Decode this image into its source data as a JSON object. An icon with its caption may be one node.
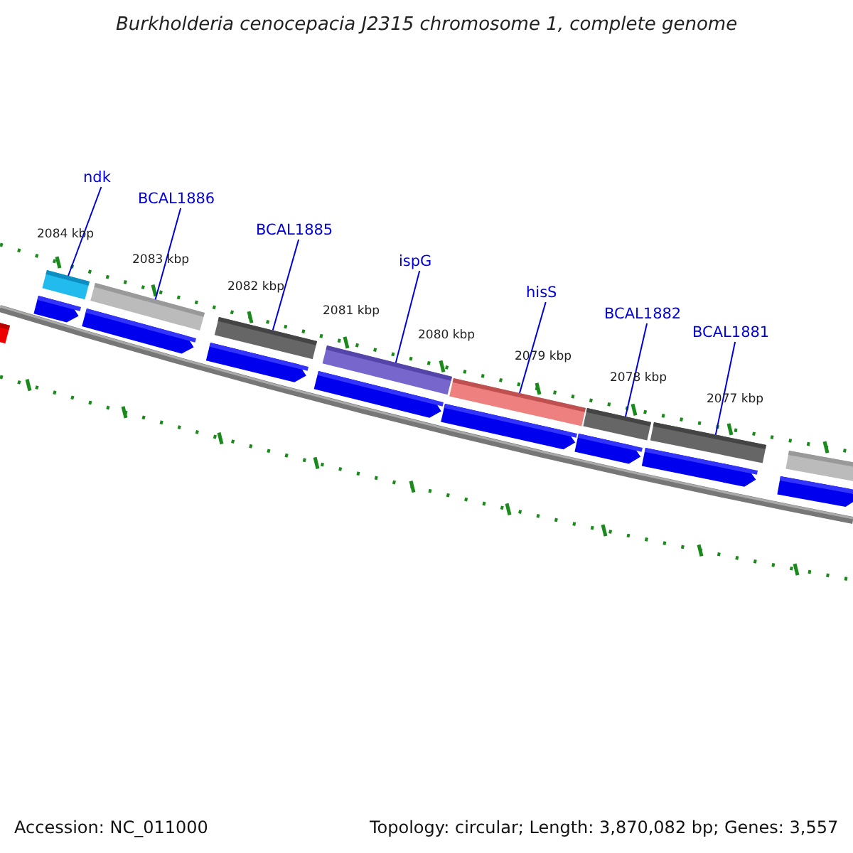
{
  "diagram": {
    "title": "Burkholderia cenocepacia J2315 chromosome 1, complete genome",
    "nodes": [
      {
        "text": [
          "ndk"
        ]
      },
      {
        "text": [
          "BCAL1886"
        ]
      },
      {
        "text": [
          "BCAL1885"
        ]
      },
      {
        "text": [
          "ispG"
        ]
      },
      {
        "text": [
          "hisS"
        ]
      },
      {
        "text": [
          "BCAL1882"
        ]
      },
      {
        "text": [
          "BCAL1881"
        ]
      },
      {
        "text": [],
        "shape": "bar"
      },
      {
        "text": [],
        "shape": "bar"
      },
      {
        "text": [],
        "shape": "bar"
      },
      {
        "text": [],
        "shape": "bar"
      },
      {
        "text": [],
        "shape": "bar"
      },
      {
        "text": [],
        "shape": "bar"
      },
      {
        "text": [],
        "shape": "bar"
      }
    ],
    "edges": [
      {
        "from": 0,
        "to": 7,
        "arrow": "none"
      },
      {
        "from": 1,
        "to": 8,
        "arrow": "none"
      },
      {
        "from": 2,
        "to": 9,
        "arrow": "none"
      },
      {
        "from": 3,
        "to": 10,
        "arrow": "none"
      },
      {
        "from": 4,
        "to": 11,
        "arrow": "none"
      },
      {
        "from": 5,
        "to": 12,
        "arrow": "none"
      },
      {
        "from": 6,
        "to": 13,
        "arrow": "none"
      }
    ],
    "labels": [
      "2084 kbp",
      "2083 kbp",
      "2082 kbp",
      "2081 kbp",
      "2080 kbp",
      "2079 kbp",
      "2078 kbp",
      "2077 kbp",
      "Accession: NC_011000",
      "Topology: circular; Length: 3,870,082 bp; Genes: 3,557"
    ]
  }
}
